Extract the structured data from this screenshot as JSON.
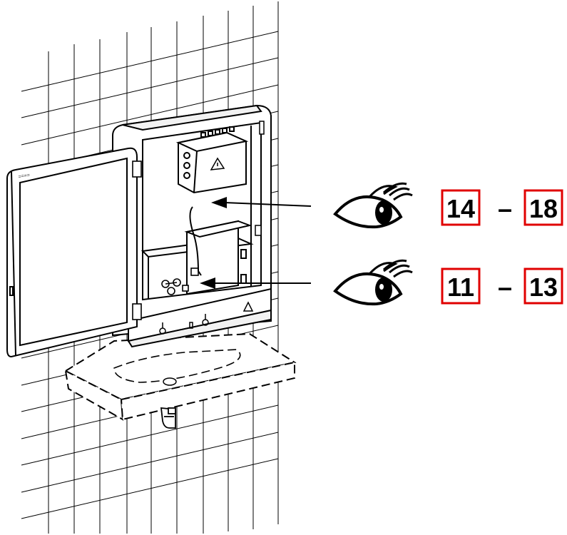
{
  "diagram": {
    "references": [
      {
        "from": "14",
        "separator": "–",
        "to": "18"
      },
      {
        "from": "11",
        "separator": "–",
        "to": "13"
      }
    ]
  },
  "colors": {
    "box_border": "#e00000",
    "line": "#000000",
    "background": "#ffffff"
  },
  "icons": [
    "eye-icon",
    "warning-triangle-icon",
    "arrow-icon"
  ]
}
